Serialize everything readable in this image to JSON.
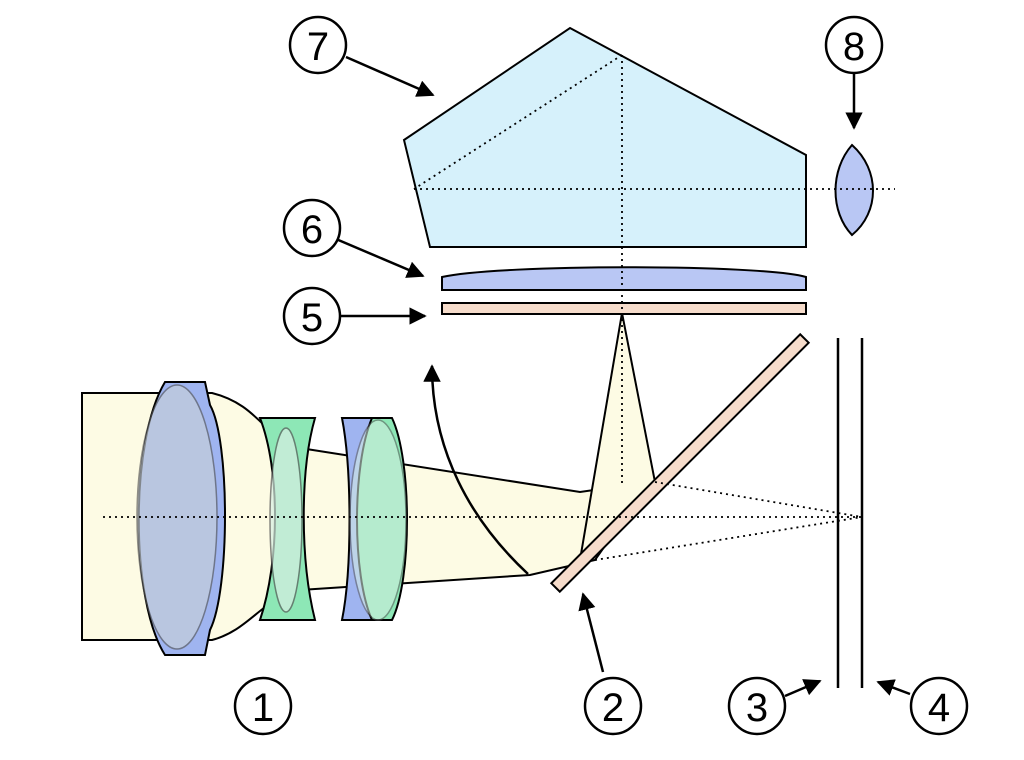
{
  "colors": {
    "light_beam": "#fdfbe4",
    "prism": "#d6f1fb",
    "blue_lens": "#9fb4f0",
    "green_lens": "#8de7b6",
    "condenser": "#b9c7f4",
    "screen": "#f6dccb",
    "mirror": "#f6dccb",
    "lens_overlay": "#c8d0d8"
  },
  "labels": [
    {
      "id": "1",
      "text": "1"
    },
    {
      "id": "2",
      "text": "2"
    },
    {
      "id": "3",
      "text": "3"
    },
    {
      "id": "4",
      "text": "4"
    },
    {
      "id": "5",
      "text": "5"
    },
    {
      "id": "6",
      "text": "6"
    },
    {
      "id": "7",
      "text": "7"
    },
    {
      "id": "8",
      "text": "8"
    }
  ]
}
